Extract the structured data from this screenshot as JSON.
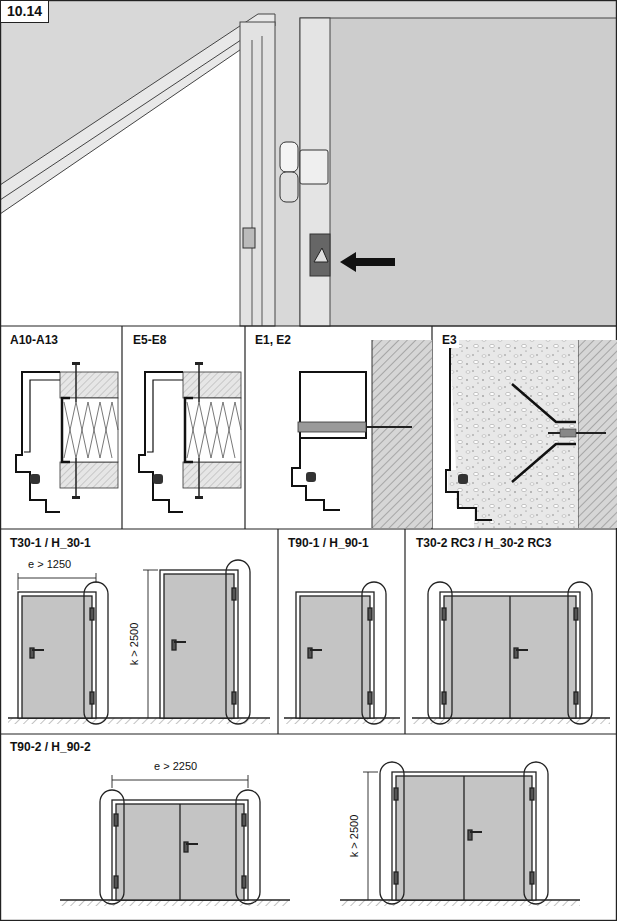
{
  "diagram": {
    "title": "10.14",
    "labels": [
      "A10-A13",
      "E5-E8",
      "E1, E2",
      "E3",
      "T30-1 / H_30-1",
      "e > 1250",
      "k > 2500",
      "T90-1 / H_90-1",
      "T30-2 RC3 / H_30-2 RC3",
      "T90-2 / H_90-2",
      "e > 2250",
      "k > 2500"
    ]
  }
}
